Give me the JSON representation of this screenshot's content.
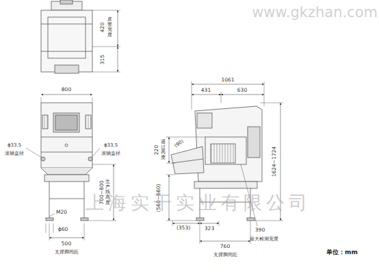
{
  "diagram": {
    "labels": [
      "420",
      "皮带宽度",
      "315",
      "800",
      "ϕ33.5",
      "滚轴直径",
      "ϕ33.5",
      "滚轴直径",
      "700~800",
      "生产线高度",
      "M20",
      "ϕ60",
      "500",
      "支撑脚间距",
      "1061",
      "431",
      "630",
      "220",
      "通过高度",
      "(90)",
      "(560~660)",
      "1624~1724",
      "(353)",
      "323",
      "390",
      "最大检测宽度",
      "760",
      "支撑脚间距",
      "单位：mm",
      "上海实干实业有限公司",
      "www.gkzhan.com"
    ]
  }
}
